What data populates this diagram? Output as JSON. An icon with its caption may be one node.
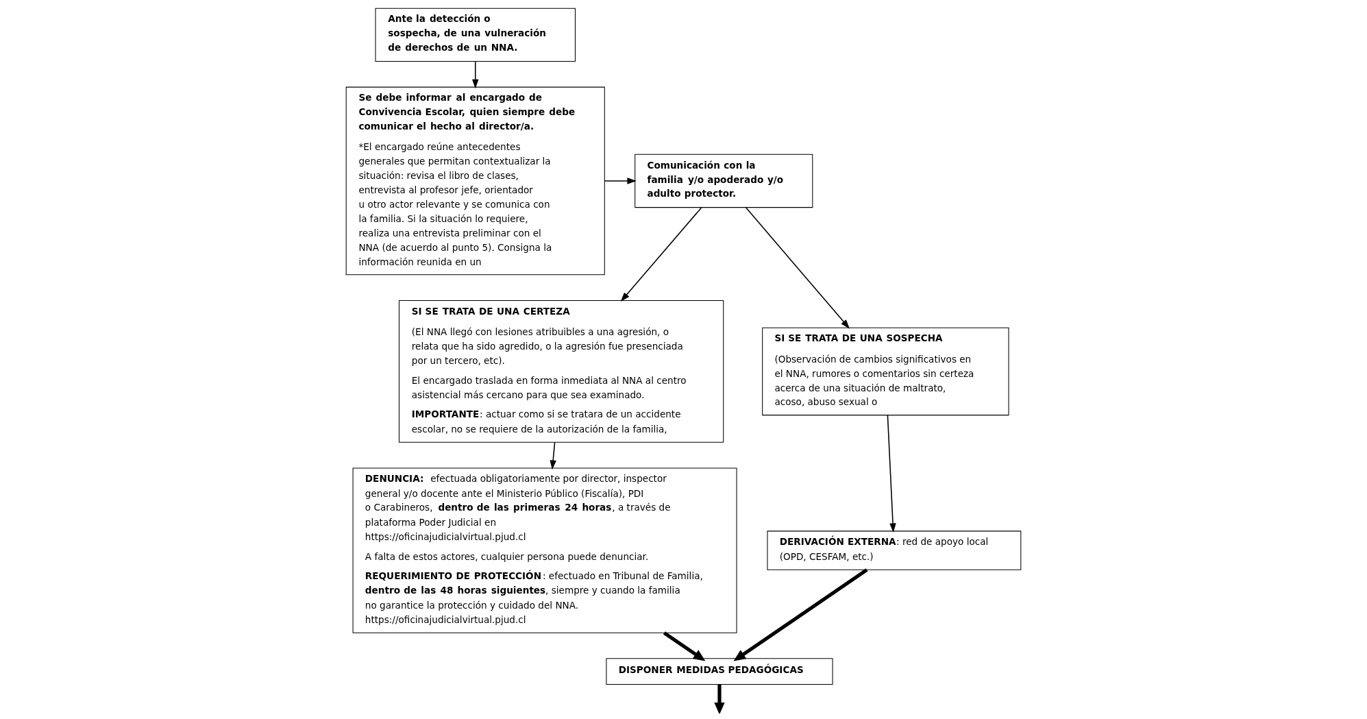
{
  "diagram": {
    "nodes": [
      {
        "text": [
          "**Ante la detección o sospecha, de una vulneración de derechos de un NNA.**"
        ]
      },
      {
        "text": [
          "**Se debe informar al encargado de Convivencia Escolar, quien siempre debe comunicar el hecho al director/a.**",
          "*El encargado reúne antecedentes generales que permitan contextualizar la situación: revisa el libro de clases, entrevista al profesor jefe, orientador u otro actor relevante y se comunica con la familia. Si la situación lo requiere, realiza una entrevista preliminar con el NNA (de acuerdo al punto 5). Consigna la información reunida en un"
        ]
      },
      {
        "text": [
          "**Comunicación con la familia y/o apoderado y/o adulto protector.**"
        ]
      },
      {
        "text": [
          "**SI SE TRATA DE UNA CERTEZA**",
          "(El NNA llegó con lesiones atribuibles a una agresión, o relata que ha sido agredido, o la agresión fue presenciada por un tercero, etc).",
          "El encargado traslada en forma inmediata al NNA al centro asistencial más cercano para que sea examinado.",
          "**IMPORTANTE**: actuar como si se tratara de un accidente escolar, no se requiere de la autorización de la familia,"
        ]
      },
      {
        "text": [
          "**SI SE TRATA DE UNA SOSPECHA**",
          "(Observación de cambios significativos en el NNA, rumores o comentarios sin certeza acerca de una situación de maltrato, acoso, abuso sexual o"
        ]
      },
      {
        "text": [
          "**DENUNCIA:** efectuada obligatoriamente por director, inspector general y/o docente ante el Ministerio Público (Fiscalía), PDI o Carabineros, **dentro de las primeras 24 horas**, a través de plataforma Poder Judicial en https://oficinajudicialvirtual.pjud.cl",
          "A falta de estos actores, cualquier persona puede denunciar.",
          "**REQUERIMIENTO DE PROTECCIÓN**: efectuado en Tribunal de Familia, **dentro de las 48 horas siguientes**, siempre y cuando la familia no garantice la protección y cuidado del NNA. https://oficinajudicialvirtual.pjud.cl"
        ]
      },
      {
        "text": [
          "**DERIVACIÓN EXTERNA**: red de apoyo local (OPD, CESFAM, etc.)"
        ]
      },
      {
        "text": [
          "**DISPONER MEDIDAS PEDAGÓGICAS**"
        ]
      }
    ],
    "edges": [
      {
        "from": 0,
        "to": 1,
        "arrow": "to"
      },
      {
        "from": 1,
        "to": 2,
        "arrow": "to"
      },
      {
        "from": 2,
        "to": 3,
        "arrow": "to"
      },
      {
        "from": 2,
        "to": 4,
        "arrow": "to"
      },
      {
        "from": 3,
        "to": 5,
        "arrow": "to"
      },
      {
        "from": 4,
        "to": 6,
        "arrow": "to"
      },
      {
        "from": 6,
        "to": 7,
        "arrow": "to",
        "style": "thick"
      },
      {
        "from": 5,
        "to": 7,
        "arrow": "to",
        "style": "thick"
      },
      {
        "from": 7,
        "to": null,
        "arrow": "to",
        "style": "thick"
      }
    ]
  }
}
